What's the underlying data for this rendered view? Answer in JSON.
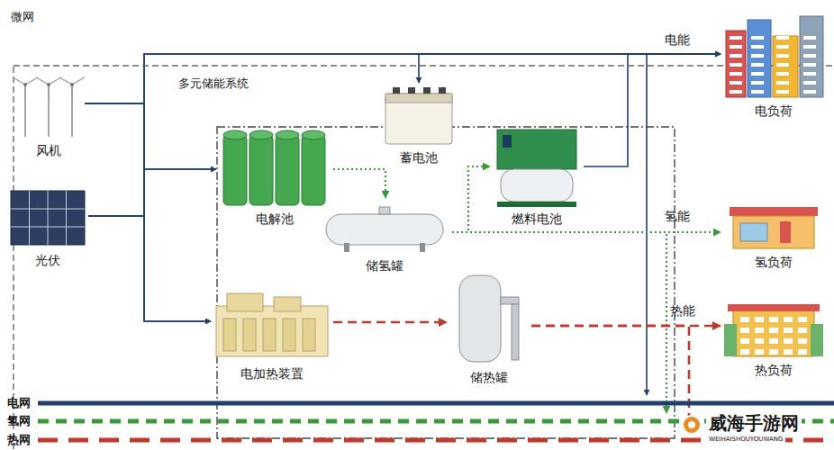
{
  "diagram": {
    "nodes": [
      {
        "text": [
          "微网"
        ]
      },
      {
        "text": [
          "风机"
        ],
        "in": 0
      },
      {
        "text": [
          "光伏"
        ],
        "in": 0
      },
      {
        "text": [
          "多元储能系统"
        ],
        "in": 0
      },
      {
        "text": [
          "电解池"
        ],
        "in": 3
      },
      {
        "text": [
          "蓄电池"
        ],
        "in": 3
      },
      {
        "text": [
          "储氢罐"
        ],
        "in": 3
      },
      {
        "text": [
          "燃料电池"
        ],
        "in": 3
      },
      {
        "text": [
          "电加热装置"
        ],
        "in": 3
      },
      {
        "text": [
          "储热罐"
        ],
        "in": 3
      },
      {
        "text": [
          "电负荷"
        ],
        "in": 0
      },
      {
        "text": [
          "氢负荷"
        ],
        "in": 0
      },
      {
        "text": [
          "热负荷"
        ],
        "in": 0
      },
      {
        "text": [
          "电网"
        ]
      },
      {
        "text": [
          "氢网"
        ]
      },
      {
        "text": [
          "热网"
        ]
      }
    ],
    "edges": [
      {
        "from": 1,
        "to": 10,
        "arrow": "to"
      },
      {
        "from": 2,
        "to": 10,
        "arrow": "to"
      },
      {
        "from": 1,
        "to": 4,
        "arrow": "to"
      },
      {
        "from": 2,
        "to": 4,
        "arrow": "to"
      },
      {
        "from": 1,
        "to": 8,
        "arrow": "to"
      },
      {
        "from": 2,
        "to": 8,
        "arrow": "to"
      },
      {
        "from": 5,
        "to": 10,
        "arrow": "both"
      },
      {
        "from": 7,
        "to": 10,
        "arrow": "to"
      },
      {
        "from": 13,
        "to": 10,
        "arrow": "both"
      },
      {
        "from": 4,
        "to": 6,
        "arrow": "to"
      },
      {
        "from": 6,
        "to": 7,
        "arrow": "to"
      },
      {
        "from": 6,
        "to": 11,
        "arrow": "to"
      },
      {
        "from": 6,
        "to": 14,
        "arrow": "to"
      },
      {
        "from": 8,
        "to": 9,
        "arrow": "to"
      },
      {
        "from": 9,
        "to": 12,
        "arrow": "to"
      },
      {
        "from": 9,
        "to": 15,
        "arrow": "to"
      }
    ],
    "labels": [
      "电能",
      "氢能",
      "热能",
      "威海手游网",
      "WEIHAISHOUYOUWANG"
    ]
  }
}
